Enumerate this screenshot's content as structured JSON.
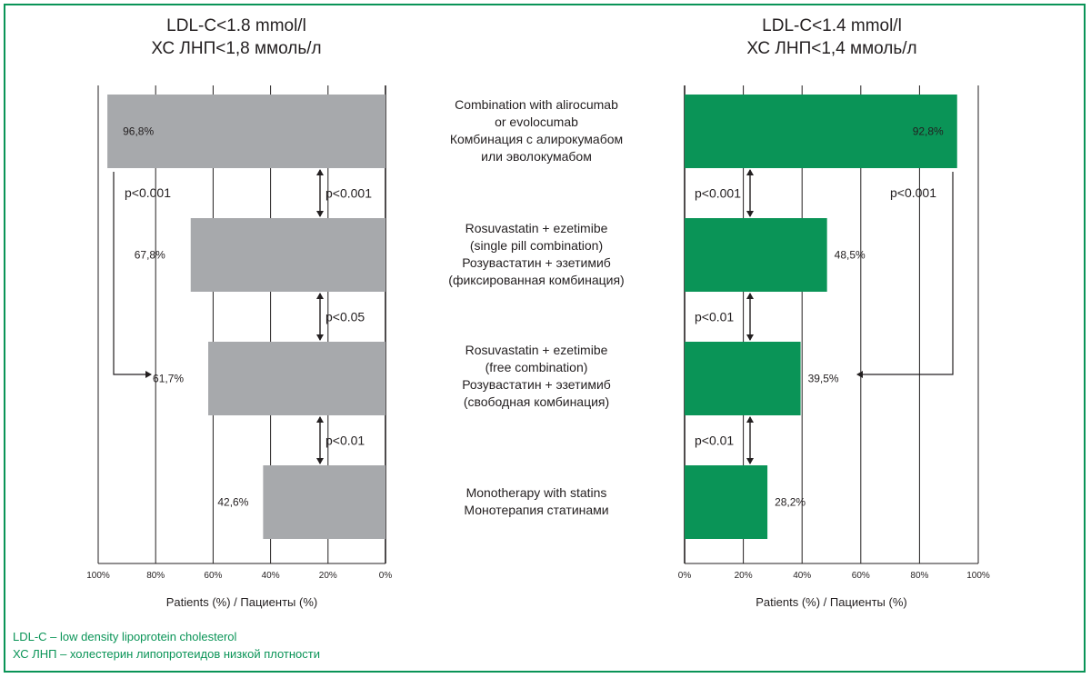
{
  "chart_data": [
    {
      "type": "bar",
      "orientation": "horizontal",
      "title": "LDL-C<1.8 mmol/l",
      "subtitle": "ХС ЛНП<1,8 ммоль/л",
      "xlabel": "Patients (%) / Пациенты (%)",
      "xlim": [
        0,
        100
      ],
      "x_reversed": true,
      "ticks": [
        "100%",
        "80%",
        "60%",
        "40%",
        "20%",
        "0%"
      ],
      "values": [
        96.8,
        67.8,
        61.7,
        42.6
      ],
      "value_labels": [
        "96,8%",
        "67,8%",
        "61,7%",
        "42,6%"
      ],
      "bar_color": "#a7a9ac",
      "annotations": [
        {
          "label": "p<0.001",
          "from": 0,
          "to": 1
        },
        {
          "label": "p<0.05",
          "from": 1,
          "to": 2
        },
        {
          "label": "p<0.01",
          "from": 2,
          "to": 3
        },
        {
          "label": "p<0.001",
          "from": 0,
          "to": 2
        }
      ]
    },
    {
      "type": "bar",
      "orientation": "horizontal",
      "title": "LDL-C<1.4 mmol/l",
      "subtitle": "ХС ЛНП<1,4 ммоль/л",
      "xlabel": "Patients (%) / Пациенты (%)",
      "xlim": [
        0,
        100
      ],
      "x_reversed": false,
      "ticks": [
        "0%",
        "20%",
        "40%",
        "60%",
        "80%",
        "100%"
      ],
      "values": [
        92.8,
        48.5,
        39.5,
        28.2
      ],
      "value_labels": [
        "92,8%",
        "48,5%",
        "39,5%",
        "28,2%"
      ],
      "bar_color": "#0a9457",
      "annotations": [
        {
          "label": "p<0.001",
          "from": 0,
          "to": 1
        },
        {
          "label": "p<0.01",
          "from": 1,
          "to": 2
        },
        {
          "label": "p<0.01",
          "from": 2,
          "to": 3
        },
        {
          "label": "p<0.001",
          "from": 0,
          "to": 2
        }
      ]
    }
  ],
  "categories": [
    [
      "Combination with alirocumab",
      "or evolocumab",
      "Комбинация с алирокумабом",
      "или эволокумабом"
    ],
    [
      "Rosuvastatin + ezetimibe",
      "(single pill combination)",
      "Розувастатин + эзетимиб",
      "(фиксированная комбинация)"
    ],
    [
      "Rosuvastatin + ezetimibe",
      "(free combination)",
      "Розувастатин + эзетимиб",
      "(свободная комбинация)"
    ],
    [
      "Monotherapy with statins",
      "Монотерапия статинами"
    ]
  ],
  "footnote": {
    "line1": "LDL-C – low density lipoprotein cholesterol",
    "line2": "ХС ЛНП – холестерин липопротеидов низкой плотности"
  },
  "colors": {
    "frame": "#0a9457",
    "text": "#231f20",
    "footnote": "#0a9457"
  }
}
